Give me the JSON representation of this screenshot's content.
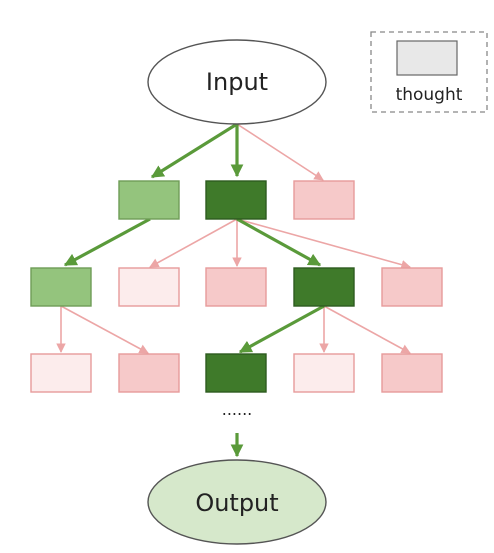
{
  "input_label": "Input",
  "output_label": "Output",
  "legend_label": "thought",
  "ellipsis": "......",
  "colors": {
    "green_dark": "#3f7a2a",
    "green_light": "#94c47d",
    "green_dark_stroke": "#2e5b1f",
    "green_light_stroke": "#6e9d57",
    "green_arrow": "#5a9a3a",
    "red_medium": "#f6c9c9",
    "red_light": "#fcecec",
    "red_stroke": "#e79b9b",
    "red_arrow": "#eca6a6",
    "output_fill": "#d6e8cb",
    "legend_fill": "#e8e8e8"
  }
}
